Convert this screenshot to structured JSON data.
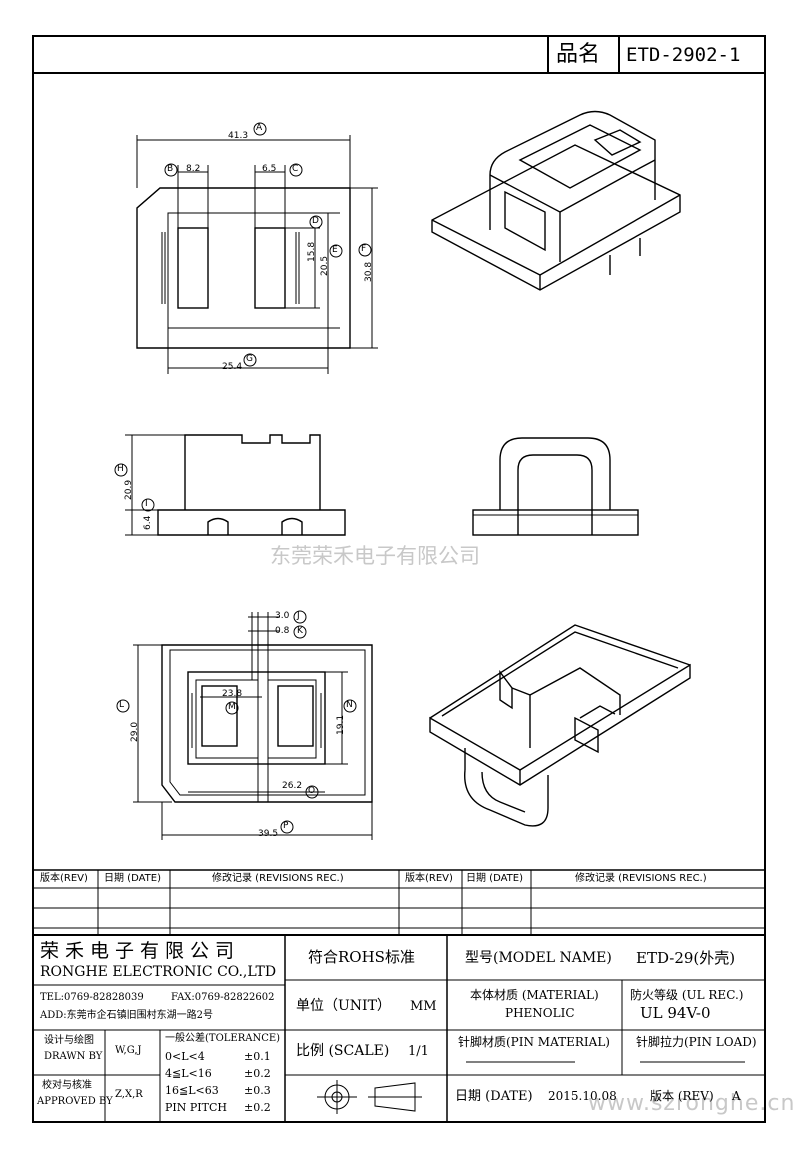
{
  "header": {
    "name_label": "品名",
    "part_number": "ETD-2902-1"
  },
  "dimensions": {
    "A": "A",
    "A_val": "41.3",
    "B": "B",
    "B_val": "8.2",
    "C": "C",
    "C_val": "6.5",
    "D": "D",
    "E": "E",
    "F": "F",
    "D_val": "15.8",
    "E_val": "20.5",
    "F_val": "30.8",
    "G": "G",
    "G_val": "25.4",
    "H": "H",
    "H_val": "20.9",
    "I": "I",
    "I_val": "6.4",
    "J": "J",
    "J_val": "3.0",
    "K": "K",
    "K_val": "0.8",
    "L": "L",
    "L_val": "29.0",
    "M": "M",
    "M_val": "23.8",
    "N": "N",
    "N_val": "19.1",
    "O": "O",
    "O_val": "26.2",
    "P": "P",
    "P_val": "39.5"
  },
  "watermarks": {
    "center": "东莞荣禾电子有限公司",
    "bottom_right": "www.szronghe.cn"
  },
  "revisions": {
    "rev_label": "版本(REV)",
    "date_label": "日期 (DATE)",
    "rec_label": "修改记录 (REVISIONS REC.)"
  },
  "company": {
    "name_cn": "荣禾电子有限公司",
    "name_en": "RONGHE ELECTRONIC CO.,LTD",
    "tel": "TEL:0769-82828039",
    "fax": "FAX:0769-82822602",
    "addr": "ADD:东莞市企石镇旧围村东湖一路2号"
  },
  "signoff": {
    "design_label_cn": "设计与绘图",
    "design_label_en": "DRAWN BY",
    "design_value": "W,G,J",
    "check_label_cn": "校对与核准",
    "check_label_en": "APPROVED BY",
    "check_value": "Z,X,R"
  },
  "tolerance": {
    "title": "一般公差(TOLERANCE)",
    "rows": [
      {
        "range": "0<L<4",
        "value": "±0.1"
      },
      {
        "range": "4≦L<16",
        "value": "±0.2"
      },
      {
        "range": "16≦L<63",
        "value": "±0.3"
      },
      {
        "range": "PIN PITCH",
        "value": "±0.2"
      }
    ]
  },
  "specs": {
    "rohs": "符合ROHS标准",
    "unit_label": "单位（UNIT）",
    "unit_value": "MM",
    "scale_label": "比例 (SCALE)",
    "scale_value": "1/1",
    "model_label": "型号(MODEL NAME)",
    "model_value": "ETD-29(外壳)",
    "material_label": "本体材质 (MATERIAL)",
    "material_value": "PHENOLIC",
    "fire_label": "防火等级 (UL REC.)",
    "fire_value": "UL 94V-0",
    "pin_material_label": "针脚材质(PIN MATERIAL)",
    "pin_load_label": "针脚拉力(PIN LOAD)",
    "date_label": "日期 (DATE)",
    "date_value": "2015.10.08",
    "version_label": "版本 (REV)",
    "version_value": "A"
  }
}
